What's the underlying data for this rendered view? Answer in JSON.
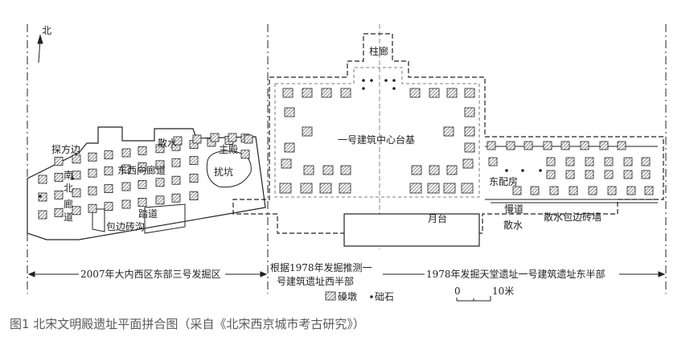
{
  "north": "北",
  "labels": {
    "tanfangbian": "探方边",
    "sanshui_left": "散水",
    "zhudian": "主殿",
    "nan": "南",
    "bei": "北",
    "lang": "廊",
    "dao": "道",
    "dongxilang": "东西向廊道",
    "raokeng": "扰坑",
    "tadao": "踏道",
    "baobian": "包边砖沟",
    "zhulang": "柱廊",
    "center": "一号建筑中心台基",
    "yuetai": "月台",
    "dongpeifang": "东配房",
    "mandao": "慢道",
    "sanshui_right": "散水",
    "sanshui_wall": "散水包边砖墙"
  },
  "sections": {
    "left": "2007年大内西区东部三号发掘区",
    "middle_line1": "根据1978年发掘推测一",
    "middle_line2": "号建筑遗址西半部",
    "right": "1978年发掘天堂遗址一号建筑遗址东半部"
  },
  "legend": {
    "pier": "磉墩",
    "stone": "础石",
    "scale_zero": "0",
    "scale_end": "10米"
  },
  "caption": "图1 北宋文明殿遗址平面拼合图（采自《北宋西京城市考古研究》）"
}
